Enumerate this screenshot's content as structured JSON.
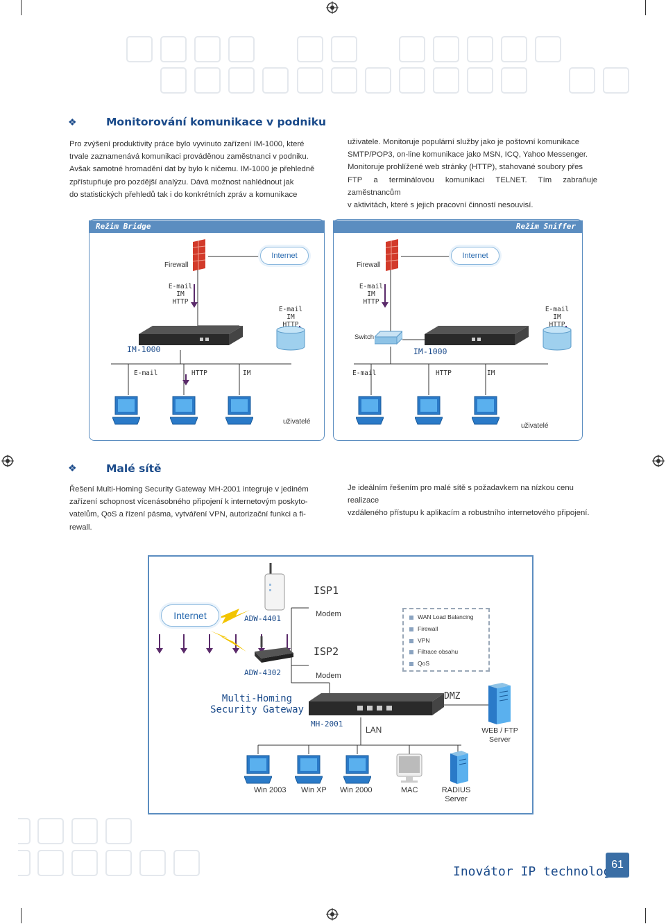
{
  "section1": {
    "title": "Monitorování komunikace v podniku",
    "left_lines": [
      "Pro zvýšení produktivity práce bylo vyvinuto zařízení IM-1000, které",
      "trvale zaznamenává komunikaci prováděnou zaměstnanci v podniku.",
      "Avšak samotné hromadění dat by bylo k ničemu. IM-1000 je přehledně",
      "zpřístupňuje pro pozdější analýzu. Dává možnost nahlédnout jak",
      "do statistických přehledů tak i do konkrétních zpráv a komunikace"
    ],
    "right_lines": [
      "uživatele. Monitoruje populární služby jako je poštovní komunikace",
      "SMTP/POP3, on-line komunikace jako MSN, ICQ, Yahoo Messenger.",
      "Monitoruje prohlížené web stránky (HTTP), stahované soubory přes",
      "FTP a terminálovou komunikaci TELNET. Tím zabraňuje zaměstnancům",
      "v aktivitách, které s jejich pracovní činností nesouvisí."
    ]
  },
  "diagram1": {
    "bridge_title": "Režim Bridge",
    "sniffer_title": "Režim Sniffer",
    "firewall": "Firewall",
    "internet": "Internet",
    "switch": "Switch",
    "device": "IM-1000",
    "users": "uživatelé",
    "stack_lines": [
      "E-mail",
      "IM",
      "HTTP"
    ],
    "protocols": [
      "E-mail",
      "HTTP",
      "IM"
    ]
  },
  "section2": {
    "title": "Malé sítě",
    "left_lines": [
      "Řešení Multi-Homing Security Gateway MH-2001 integruje v jediném",
      "zařízení schopnost vícenásobného připojení k internetovým poskyto-",
      "vatelům, QoS a řízení pásma, vytváření VPN, autorizační funkci a  fi-",
      "rewall."
    ],
    "right_lines": [
      "Je ideálním řešením pro malé sítě s požadavkem na nízkou cenu realizace",
      "vzdáleného přístupu k aplikacím a robustního internetového připojení."
    ]
  },
  "diagram2": {
    "internet": "Internet",
    "isp1": "ISP1",
    "isp2": "ISP2",
    "modem": "Modem",
    "adw1": "ADW-4401",
    "adw2": "ADW-4302",
    "gateway_line1": "Multi-Homing",
    "gateway_line2": "Security Gateway",
    "mh": "MH-2001",
    "lan": "LAN",
    "dmz": "DMZ",
    "web_server_line1": "WEB / FTP",
    "web_server_line2": "Server",
    "features": [
      "WAN Load Balancing",
      "Firewall",
      "VPN",
      "Filtrace obsahu",
      "QoS"
    ],
    "clients": [
      "Win 2003",
      "Win XP",
      "Win 2000",
      "MAC"
    ],
    "radius_line1": "RADIUS",
    "radius_line2": "Server"
  },
  "footer": {
    "tagline": "Inovátor IP technologií",
    "page_number": "61"
  },
  "colors": {
    "accent": "#1a4a8a",
    "panel_blue": "#5b8dc0",
    "arrow_purple": "#5a2a6a",
    "page_badge": "#3a6ea5"
  }
}
